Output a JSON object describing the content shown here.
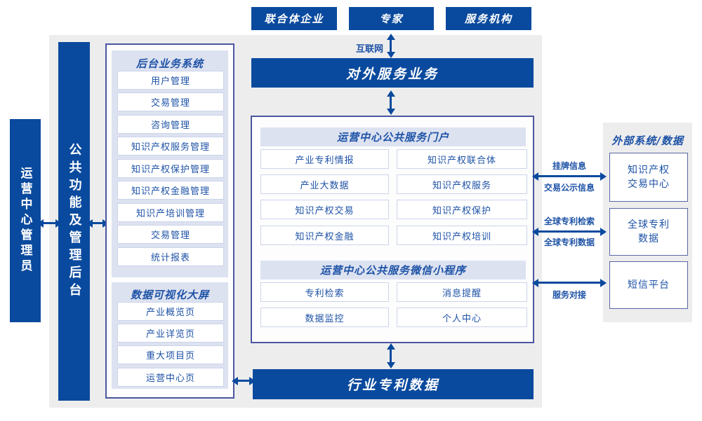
{
  "colors": {
    "primary": "#0a4a9e",
    "text": "#1d52a6",
    "panel": "#dde2f1",
    "canvas": "#ededed"
  },
  "top_actors": {
    "items": [
      "联合体企业",
      "专家",
      "服务机构"
    ]
  },
  "network": {
    "label": "互联网"
  },
  "bars": {
    "external_service": "对外服务业务",
    "industry_patent_data": "行业专利数据"
  },
  "sidebars": {
    "admin": "运营中心管理员",
    "backend": "公共功能及管理后台"
  },
  "backend_panel": {
    "title": "后台业务系统",
    "items": [
      "用户管理",
      "交易管理",
      "咨询管理",
      "知识产权服务管理",
      "知识产权保护管理",
      "知识产权金融管理",
      "知识产培训管理",
      "交易管理",
      "统计报表"
    ]
  },
  "dashboard_panel": {
    "title": "数据可视化大屏",
    "items": [
      "产业概览页",
      "产业详览页",
      "重大项目页",
      "运营中心页"
    ]
  },
  "portal": {
    "title": "运营中心公共服务门户",
    "items": [
      "产业专利情报",
      "知识产权联合体",
      "产业大数据",
      "知识产权服务",
      "知识产权交易",
      "知识产权保护",
      "知识产权金融",
      "知识产权培训"
    ]
  },
  "miniprogram": {
    "title": "运营中心公共服务微信小程序",
    "items": [
      "专利检索",
      "消息提醒",
      "数据监控",
      "个人中心"
    ]
  },
  "external_panel": {
    "title": "外部系统/数据",
    "systems": [
      "知识产权\n交易中心",
      "全球专利\n数据",
      "短信平台"
    ]
  },
  "connections": [
    {
      "top": "挂牌信息",
      "bottom": "交易公示信息"
    },
    {
      "top": "全球专利检索",
      "bottom": "全球专利数据"
    },
    {
      "top": "",
      "bottom": "服务对接"
    }
  ]
}
